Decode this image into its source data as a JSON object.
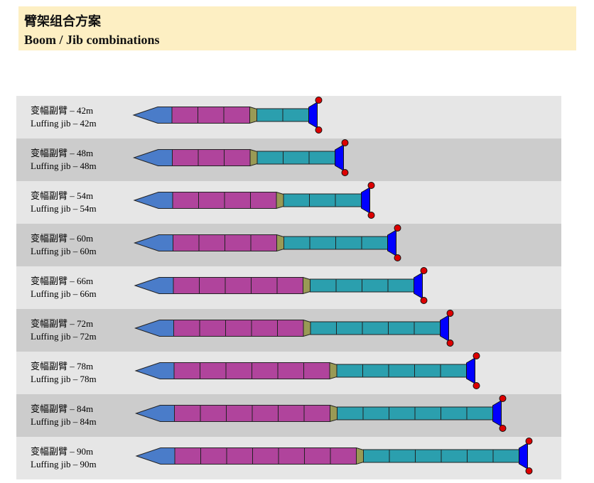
{
  "header": {
    "title_cn": "臂架组合方案",
    "title_en": "Boom / Jib combinations"
  },
  "colors": {
    "header_bg": "#fdefc3",
    "row_light": "#e6e6e6",
    "row_dark": "#cccccc",
    "boom_base": "#4a7cc9",
    "boom": "#b0449c",
    "adapter": "#999a55",
    "jib": "#2b9fae",
    "jib_head": "#0000ff",
    "sheave": "#dd0000"
  },
  "combinations": [
    {
      "label_cn": "变幅副臂 – 42m",
      "label_en": "Luffing jib – 42m",
      "boom_sections": 3,
      "jib_sections": 2
    },
    {
      "label_cn": "变幅副臂 – 48m",
      "label_en": "Luffing jib – 48m",
      "boom_sections": 3,
      "jib_sections": 3
    },
    {
      "label_cn": "变幅副臂 – 54m",
      "label_en": "Luffing jib – 54m",
      "boom_sections": 4,
      "jib_sections": 3
    },
    {
      "label_cn": "变幅副臂 – 60m",
      "label_en": "Luffing jib – 60m",
      "boom_sections": 4,
      "jib_sections": 4
    },
    {
      "label_cn": "变幅副臂 – 66m",
      "label_en": "Luffing jib – 66m",
      "boom_sections": 5,
      "jib_sections": 4
    },
    {
      "label_cn": "变幅副臂 – 72m",
      "label_en": "Luffing jib – 72m",
      "boom_sections": 5,
      "jib_sections": 5
    },
    {
      "label_cn": "变幅副臂 – 78m",
      "label_en": "Luffing jib – 78m",
      "boom_sections": 6,
      "jib_sections": 5
    },
    {
      "label_cn": "变幅副臂 – 84m",
      "label_en": "Luffing jib – 84m",
      "boom_sections": 6,
      "jib_sections": 6
    },
    {
      "label_cn": "变幅副臂 – 90m",
      "label_en": "Luffing jib – 90m",
      "boom_sections": 7,
      "jib_sections": 6
    }
  ]
}
